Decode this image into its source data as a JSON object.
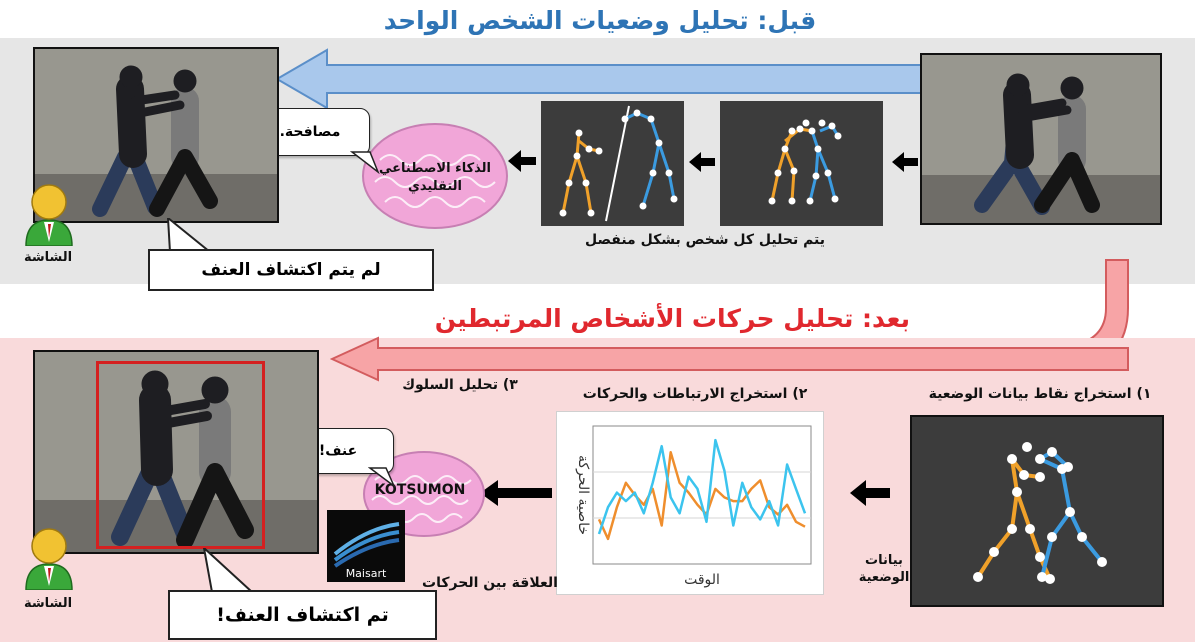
{
  "colors": {
    "top_panel": "#e6e6e6",
    "bottom_panel": "#f9dadb",
    "blue_arrow": "#a9c8ec",
    "red_arrow": "#f7a4a6",
    "title_before": "#2e74b5",
    "title_after": "#e0282e",
    "skeleton_orange": "#f0a12a",
    "skeleton_blue": "#3b9be0",
    "chart_orange": "#ef8e2d",
    "chart_cyan": "#3cc4ee",
    "brain_pink": "#f1a6d8",
    "detect_box": "#d42020"
  },
  "icons": [
    "person-avatar-icon",
    "brain-icon",
    "maisart-logo-icon",
    "arrow-icon"
  ],
  "top": {
    "title": "قبل: تحليل وضعيات الشخص الواحد",
    "separate_label": "يتم تحليل كل شخص بشكل منفصل",
    "ai_label_line1": "الذكاء الاصطناعي",
    "ai_label_line2": "التقليدي",
    "bubble": "مصافحة.",
    "screen_label": "الشاشة",
    "result": "لم يتم اكتشاف العنف"
  },
  "bottom": {
    "title": "بعد: تحليل حركات الأشخاص المرتبطين",
    "step1": "١) استخراج نقاط بيانات الوضعية",
    "step2": "٢) استخراج الارتباطات والحركات",
    "step3": "٣) تحليل السلوك",
    "pose_data_line1": "بيانات",
    "pose_data_line2": "الوضعية",
    "brain_label": "KOTSUMON",
    "bubble": "عنف!",
    "logo_text": "Maisart",
    "relation_label": "العلاقة بين الحركات",
    "screen_label": "الشاشة",
    "result": "تم اكتشاف العنف!"
  },
  "chart_data": {
    "type": "line",
    "xlabel": "الوقت",
    "ylabel": "خاصية الحركة",
    "grid": true,
    "series": [
      {
        "values": [
          0.3,
          0.14,
          0.4,
          0.6,
          0.5,
          0.42,
          0.55,
          0.25,
          0.85,
          0.6,
          0.52,
          0.42,
          0.34,
          0.55,
          0.48,
          0.45,
          0.45,
          0.55,
          0.62,
          0.4,
          0.34,
          0.42,
          0.28,
          0.24
        ]
      },
      {
        "values": [
          0.18,
          0.4,
          0.52,
          0.45,
          0.52,
          0.35,
          0.6,
          0.9,
          0.48,
          0.35,
          0.65,
          0.55,
          0.28,
          0.95,
          0.7,
          0.25,
          0.6,
          0.4,
          0.3,
          0.45,
          0.25,
          0.75,
          0.55,
          0.35
        ]
      }
    ]
  }
}
